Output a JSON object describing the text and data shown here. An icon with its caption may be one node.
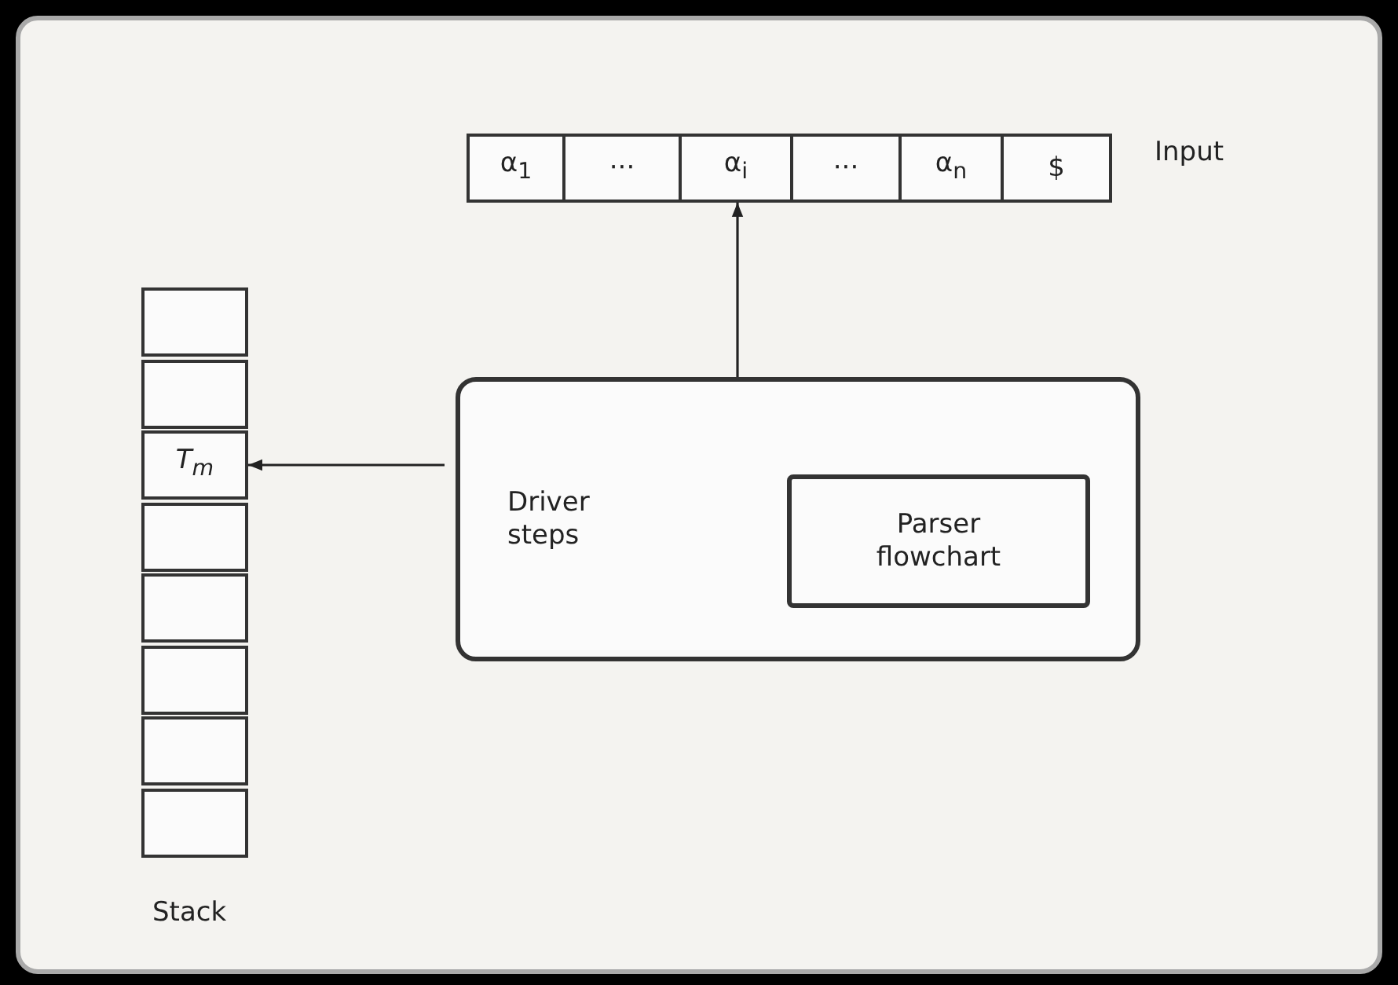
{
  "diagram": {
    "nodes": [
      {
        "text": [
          "α$_{1}$"
        ]
      },
      {
        "text": [
          "···"
        ]
      },
      {
        "text": [
          "α$_{i}$"
        ]
      },
      {
        "text": [
          "···"
        ]
      },
      {
        "text": [
          "α$_{n}$"
        ]
      },
      {
        "text": [
          "$"
        ]
      },
      {
        "text": [],
        "shape": "box"
      },
      {
        "text": [],
        "shape": "box"
      },
      {
        "text": [
          "T$_{m}$"
        ]
      },
      {
        "text": [],
        "shape": "box"
      },
      {
        "text": [],
        "shape": "box"
      },
      {
        "text": [],
        "shape": "box"
      },
      {
        "text": [],
        "shape": "box"
      },
      {
        "text": [],
        "shape": "box"
      },
      {
        "text": [
          "Driver steps"
        ]
      },
      {
        "text": [
          "Parser flowchart"
        ],
        "in": 14
      }
    ],
    "edges": [
      {
        "from": 14,
        "to": 2,
        "arrow": "to"
      },
      {
        "from": 14,
        "to": 8,
        "arrow": "to"
      }
    ],
    "labels": [
      "Input",
      "Stack"
    ]
  }
}
